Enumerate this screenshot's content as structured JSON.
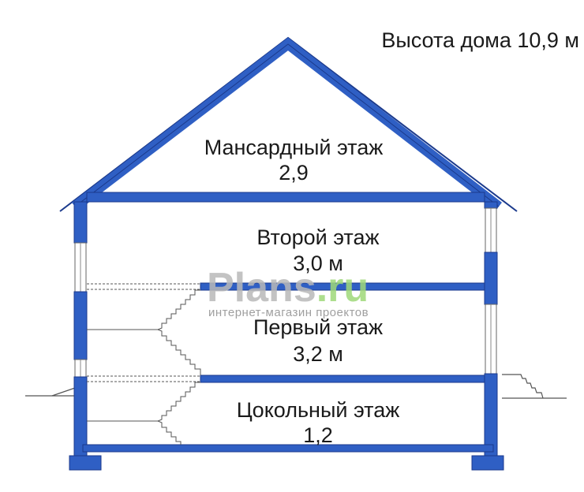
{
  "house_height": "Высота дома 10,9 м",
  "floors": [
    {
      "name": "Мансардный этаж",
      "height": "2,9"
    },
    {
      "name": "Второй этаж",
      "height": "3,0 м"
    },
    {
      "name": "Первый этаж",
      "height": "3,2 м"
    },
    {
      "name": "Цокольный этаж",
      "height": "1,2"
    }
  ],
  "watermark": {
    "brand": "Plans",
    "tld": ".ru",
    "tagline": "интернет-магазин проектов"
  },
  "colors": {
    "structure": "#2f5fc4",
    "outline": "#1b3a8c",
    "line": "#555555",
    "watermark_gray": "#b9b9b9",
    "watermark_green": "#9fd97a"
  }
}
